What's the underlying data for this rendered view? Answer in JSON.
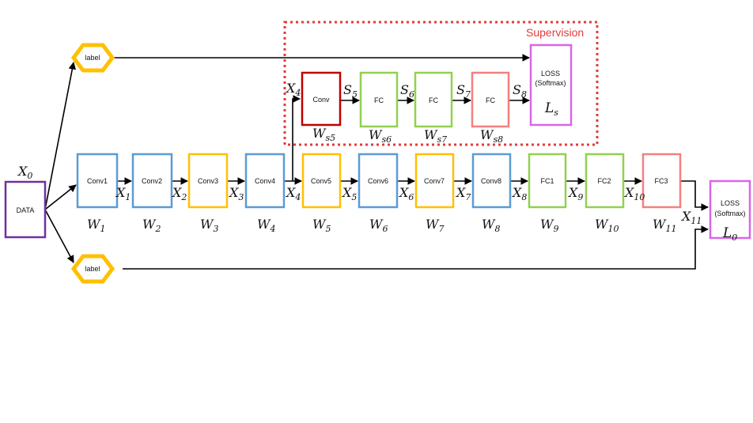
{
  "colors": {
    "blue": "#5b9bd5",
    "yellow": "#ffc000",
    "green": "#92d050",
    "salmon": "#f28080",
    "darkred": "#c00000",
    "purple": "#7030a0",
    "magenta": "#d966e8",
    "supervision": "#e03c3c"
  },
  "supervision_label": "Supervision",
  "nodes": {
    "data": "DATA",
    "label_top": "label",
    "label_bottom": "label",
    "conv1": "Conv1",
    "conv2": "Conv2",
    "conv3": "Conv3",
    "conv4": "Conv4",
    "conv5": "Conv5",
    "conv6": "Conv6",
    "conv7": "Conv7",
    "conv8": "Conv8",
    "fc1": "FC1",
    "fc2": "FC2",
    "fc3": "FC3",
    "loss_main_line1": "LOSS",
    "loss_main_line2": "(Softmax)",
    "sconv": "Conv",
    "sfc1": "FC",
    "sfc2": "FC",
    "sfc3": "FC",
    "loss_sup_line1": "LOSS",
    "loss_sup_line2": "(Softmax)"
  },
  "math": {
    "x0": {
      "base": "X",
      "sub": "0"
    },
    "x1": {
      "base": "X",
      "sub": "1"
    },
    "x2": {
      "base": "X",
      "sub": "2"
    },
    "x3": {
      "base": "X",
      "sub": "3"
    },
    "x4": {
      "base": "X",
      "sub": "4"
    },
    "x4s": {
      "base": "X",
      "sub": "4"
    },
    "x5": {
      "base": "X",
      "sub": "5"
    },
    "x6": {
      "base": "X",
      "sub": "6"
    },
    "x7": {
      "base": "X",
      "sub": "7"
    },
    "x8": {
      "base": "X",
      "sub": "8"
    },
    "x9": {
      "base": "X",
      "sub": "9"
    },
    "x10": {
      "base": "X",
      "sub": "10"
    },
    "x11": {
      "base": "X",
      "sub": "11"
    },
    "w1": {
      "base": "W",
      "sub": "1"
    },
    "w2": {
      "base": "W",
      "sub": "2"
    },
    "w3": {
      "base": "W",
      "sub": "3"
    },
    "w4": {
      "base": "W",
      "sub": "4"
    },
    "w5": {
      "base": "W",
      "sub": "5"
    },
    "w6": {
      "base": "W",
      "sub": "6"
    },
    "w7": {
      "base": "W",
      "sub": "7"
    },
    "w8": {
      "base": "W",
      "sub": "8"
    },
    "w9": {
      "base": "W",
      "sub": "9"
    },
    "w10": {
      "base": "W",
      "sub": "10"
    },
    "w11": {
      "base": "W",
      "sub": "11"
    },
    "l0": {
      "base": "L",
      "sub": "0"
    },
    "s5": {
      "base": "S",
      "sub": "5"
    },
    "s6": {
      "base": "S",
      "sub": "6"
    },
    "s7": {
      "base": "S",
      "sub": "7"
    },
    "s8": {
      "base": "S",
      "sub": "8"
    },
    "ws5": {
      "base": "W",
      "sub": "s5"
    },
    "ws6": {
      "base": "W",
      "sub": "s6"
    },
    "ws7": {
      "base": "W",
      "sub": "s7"
    },
    "ws8": {
      "base": "W",
      "sub": "s8"
    },
    "ls": {
      "base": "L",
      "sub": "s"
    }
  }
}
